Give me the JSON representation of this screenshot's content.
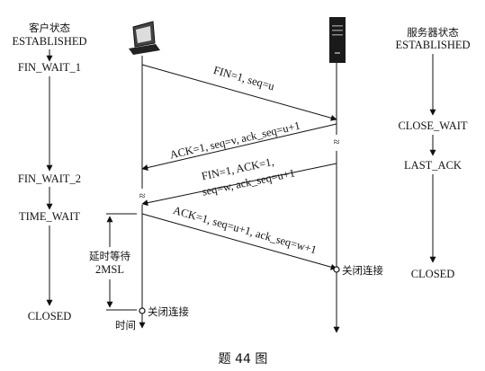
{
  "client": {
    "title": "客户状态",
    "states": [
      "ESTABLISHED",
      "FIN_WAIT_1",
      "FIN_WAIT_2",
      "TIME_WAIT",
      "CLOSED"
    ],
    "icon": "computer-icon"
  },
  "server": {
    "title": "服务器状态",
    "states": [
      "ESTABLISHED",
      "CLOSE_WAIT",
      "LAST_ACK",
      "CLOSED"
    ],
    "icon": "server-icon"
  },
  "messages": [
    {
      "line1": "FIN=1,  seq=u",
      "line2": ""
    },
    {
      "line1": "ACK=1,  seq=v,  ack_seq=u+1",
      "line2": ""
    },
    {
      "line1": "FIN=1,  ACK=1,",
      "line2": "seq=w,  ack_seq=u+1"
    },
    {
      "line1": "ACK=1,  seq=u+1,  ack_seq=w+1",
      "line2": ""
    }
  ],
  "timer": {
    "line1": "延时等待",
    "line2": "2MSL"
  },
  "close_label_client": "关闭连接",
  "close_label_server": "关闭连接",
  "time_axis_label": "时间",
  "break_mark": "≈",
  "caption": "题 44 图"
}
